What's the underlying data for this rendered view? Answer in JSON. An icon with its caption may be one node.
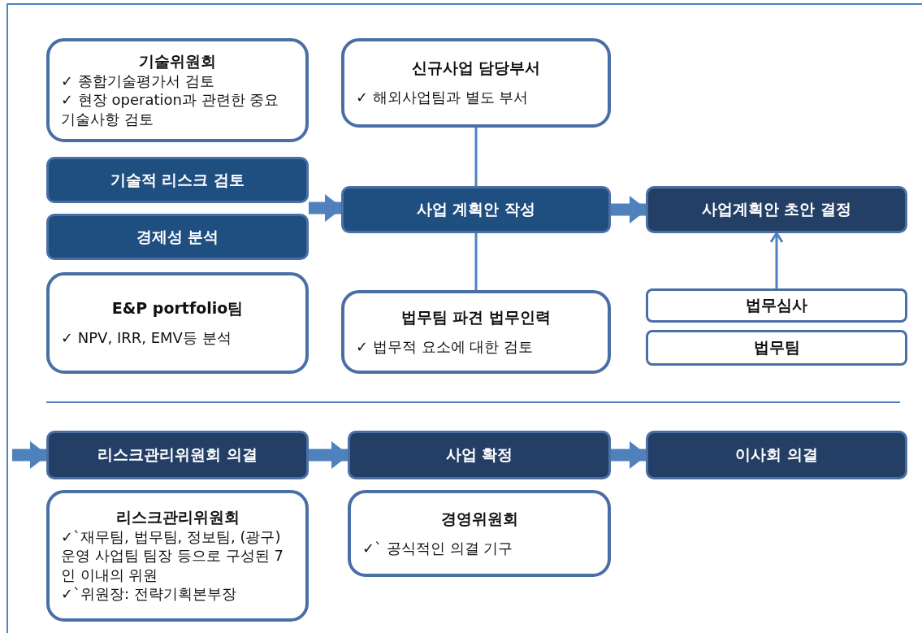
{
  "diagram": {
    "nodes": [
      {
        "text": [
          "기술위원회",
          "✓ 종합기술평가서 검토",
          "✓ 현장 operation과 관련한 중요 기술사항 검토"
        ]
      },
      {
        "text": [
          "기술적 리스크 검토"
        ]
      },
      {
        "text": [
          "경제성 분석"
        ]
      },
      {
        "text": [
          "E&P portfolio팀",
          "✓ NPV, IRR, EMV등 분석"
        ]
      },
      {
        "text": [
          "신규사업 담당부서",
          "✓ 해외사업팀과 별도 부서"
        ]
      },
      {
        "text": [
          "사업 계획안 작성"
        ]
      },
      {
        "text": [
          "법무팀 파견 법무인력",
          "✓ 법무적 요소에 대한 검토"
        ]
      },
      {
        "text": [
          "사업계획안 초안 결정"
        ]
      },
      {
        "text": [
          "법무심사"
        ]
      },
      {
        "text": [
          "법무팀"
        ]
      },
      {
        "text": [
          "리스크관리위원회 의결"
        ]
      },
      {
        "text": [
          "사업 확정"
        ]
      },
      {
        "text": [
          "이사회 의결"
        ]
      },
      {
        "text": [
          "리스크관리위원회",
          "✓`재무팀, 법무팀, 정보팀, (광구) 운영 사업팀 팀장 등으로 구성된 7인 이내의 위원",
          "✓`위원장: 전략기획본부장"
        ]
      },
      {
        "text": [
          "경영위원회",
          "✓` 공식적인 의결 기구"
        ]
      }
    ],
    "edges": [
      {
        "from": 1,
        "to": 5,
        "arrow": "to"
      },
      {
        "from": 2,
        "to": 5,
        "arrow": "to"
      },
      {
        "from": 5,
        "to": 7,
        "arrow": "to"
      },
      {
        "from": 4,
        "to": 5,
        "arrow": "none"
      },
      {
        "from": 5,
        "to": 6,
        "arrow": "none"
      },
      {
        "from": 8,
        "to": 7,
        "arrow": "to"
      },
      {
        "from": null,
        "to": 10,
        "arrow": "to"
      },
      {
        "from": 10,
        "to": 11,
        "arrow": "to"
      },
      {
        "from": 11,
        "to": 12,
        "arrow": "to"
      }
    ]
  }
}
